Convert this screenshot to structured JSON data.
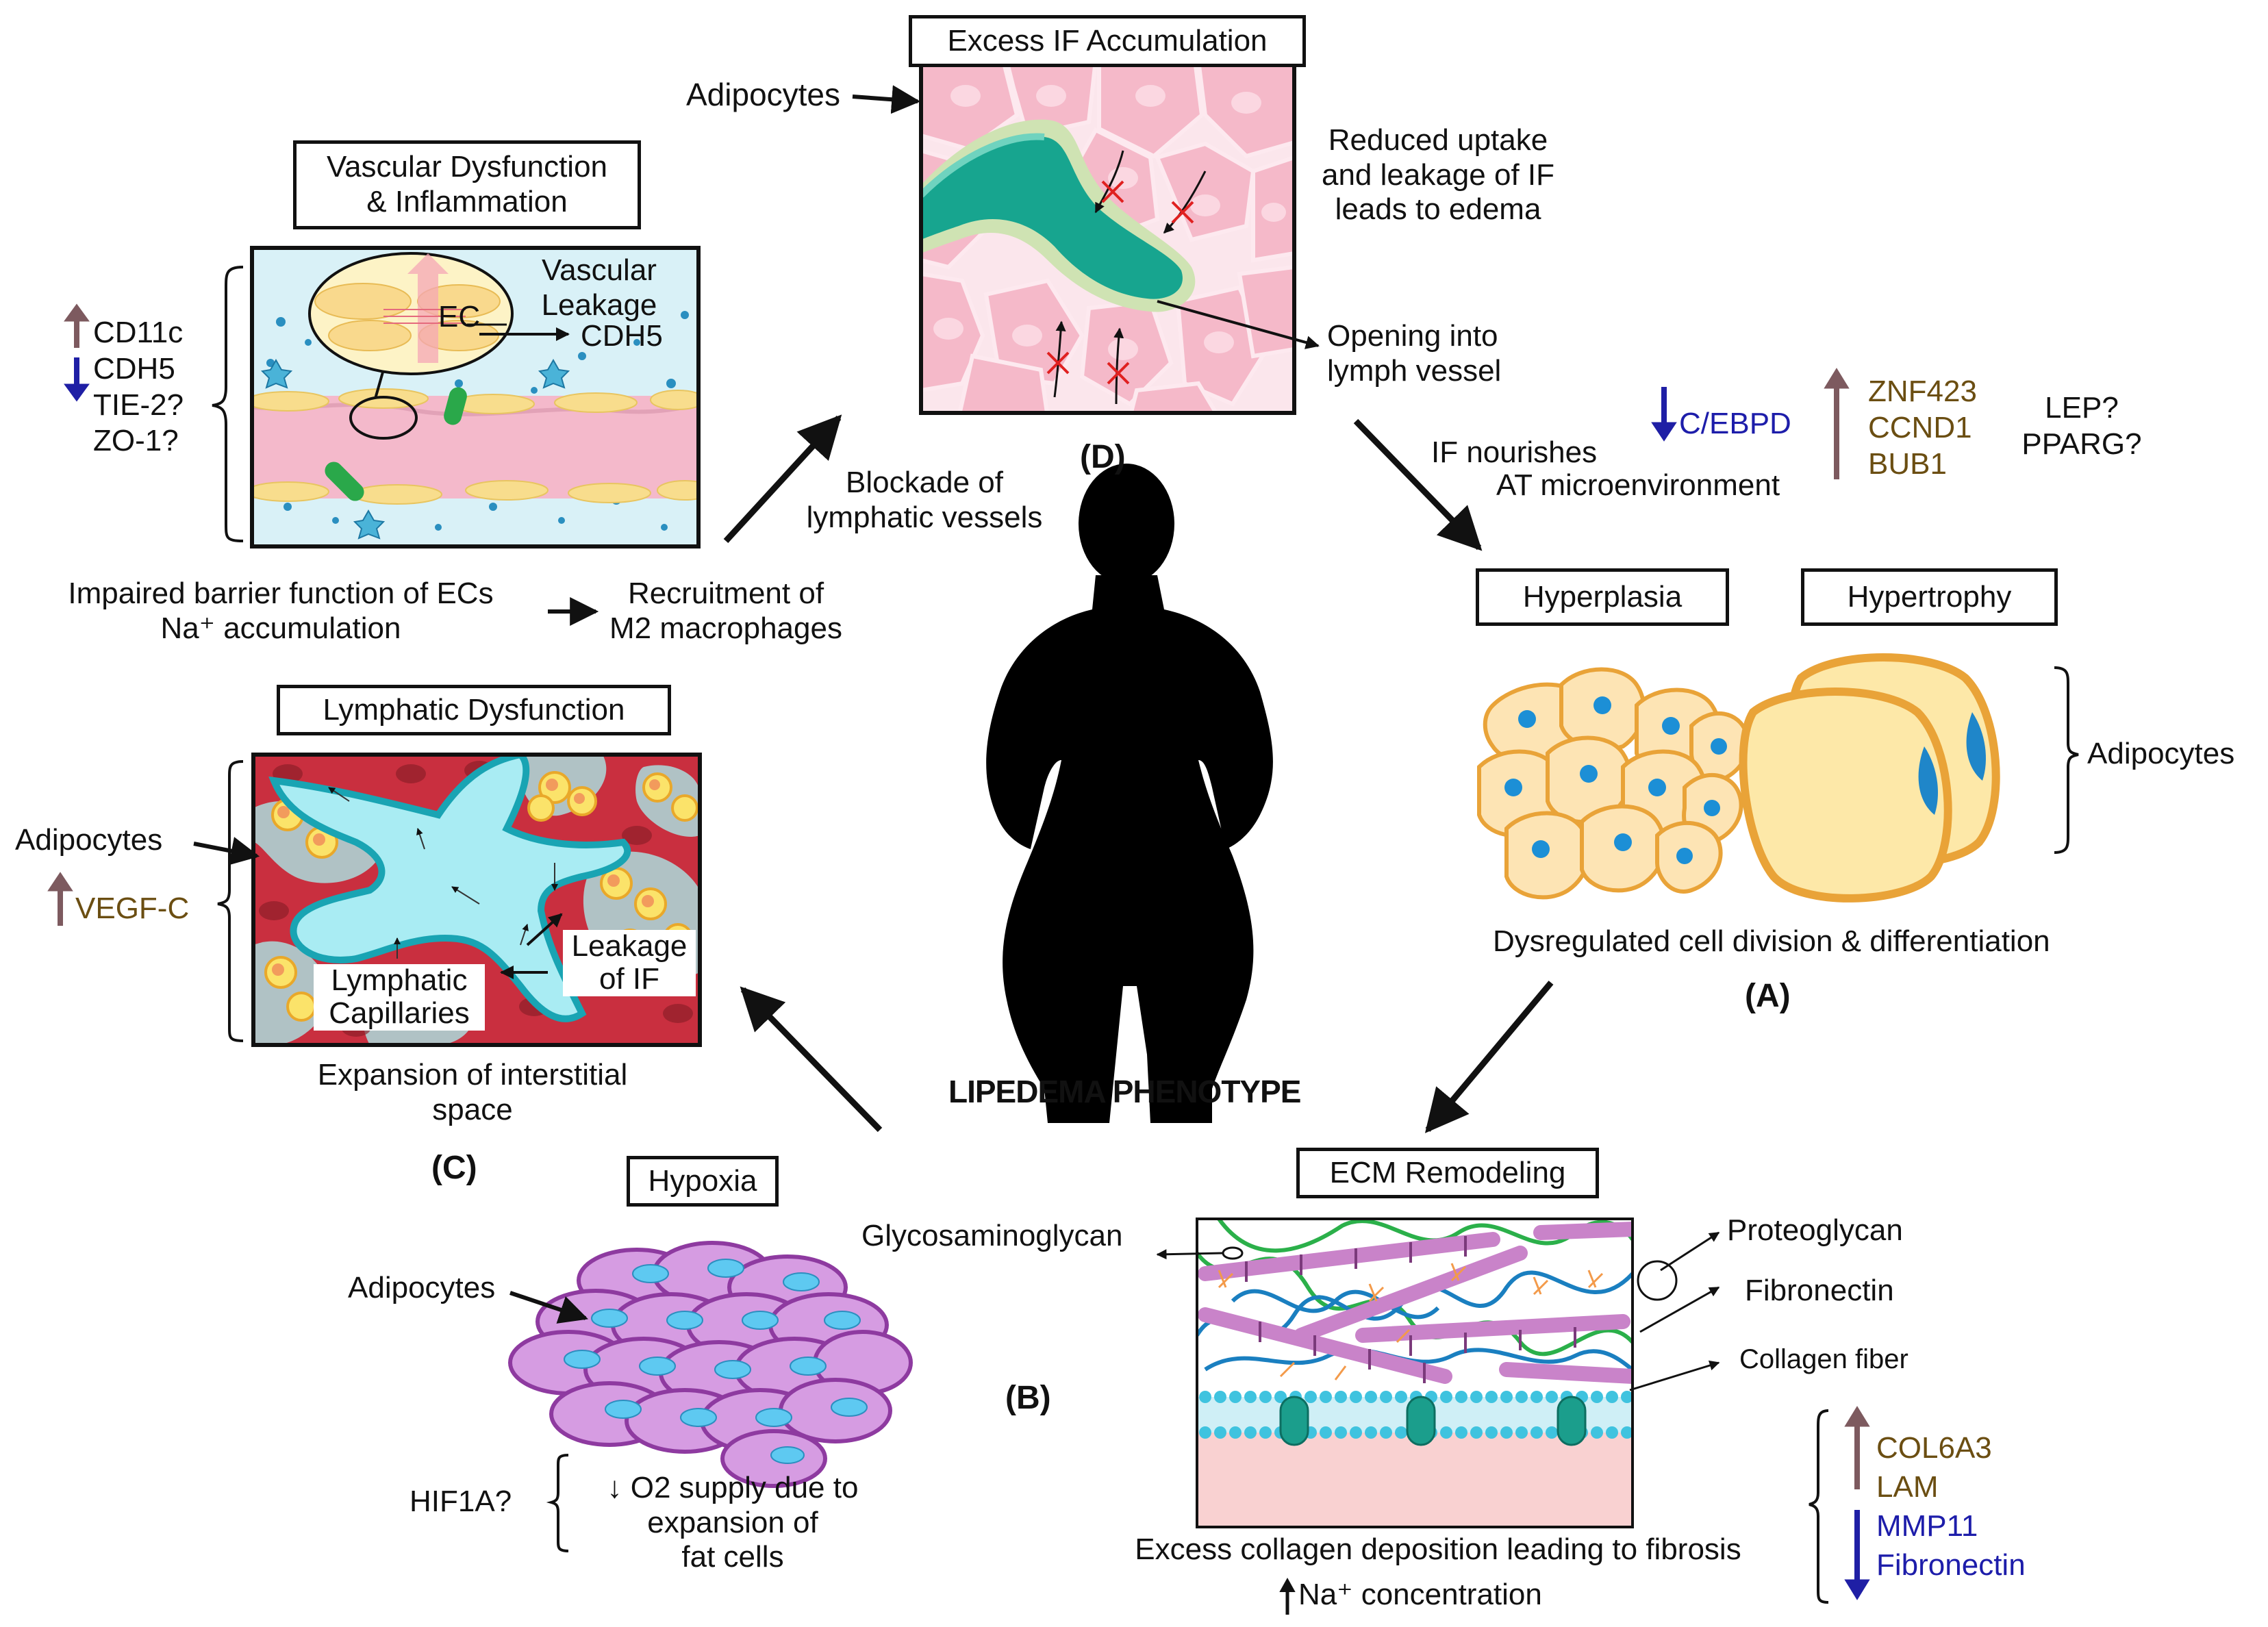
{
  "figure": {
    "center_label": "LIPEDEMA PHENOTYPE",
    "d": {
      "title": "Excess IF Accumulation",
      "adipocytes": "Adipocytes",
      "reduced_uptake": [
        "Reduced uptake",
        "and leakage of IF",
        "leads to edema"
      ],
      "opening": [
        "Opening into",
        "lymph vessel"
      ],
      "panel": "(D)",
      "blockade": [
        "Blockade of",
        "lymphatic vessels"
      ]
    },
    "vascular": {
      "title": [
        "Vascular Dysfunction",
        "& Inflammation"
      ],
      "vascular_leakage": [
        "Vascular",
        "Leakage"
      ],
      "ec": "EC",
      "cdh5_arrow": "CDH5",
      "markers": [
        "CD11c",
        "CDH5",
        "TIE-2?",
        "ZO-1?"
      ],
      "impaired": [
        "Impaired barrier function of ECs",
        "Na⁺ accumulation"
      ],
      "recruitment": [
        "Recruitment of",
        "M2 macrophages"
      ]
    },
    "a": {
      "if_nourishes": [
        "IF nourishes",
        "AT microenvironment"
      ],
      "down_gene": "C/EBPD",
      "up_genes": [
        "ZNF423",
        "CCND1",
        "BUB1"
      ],
      "unknown_genes": [
        "LEP?",
        "PPARG?"
      ],
      "hyperplasia": "Hyperplasia",
      "hypertrophy": "Hypertrophy",
      "adipocytes": "Adipocytes",
      "caption": "Dysregulated cell division & differentiation",
      "panel": "(A)"
    },
    "c": {
      "title": "Lymphatic Dysfunction",
      "adipocytes": "Adipocytes",
      "vegf": "VEGF-C",
      "capillaries": [
        "Lymphatic",
        "Capillaries"
      ],
      "leakage": [
        "Leakage",
        "of IF"
      ],
      "caption": [
        "Expansion of interstitial",
        "space"
      ],
      "panel": "(C)"
    },
    "hypoxia": {
      "title": "Hypoxia",
      "adipocytes": "Adipocytes",
      "hif": "HIF1A?",
      "o2": [
        "↓ O2 supply due to",
        "expansion of",
        "fat cells"
      ]
    },
    "b": {
      "title": "ECM Remodeling",
      "panel": "(B)",
      "glycosaminoglycan": "Glycosaminoglycan",
      "proteoglycan": "Proteoglycan",
      "fibronectin": "Fibronectin",
      "collagen": "Collagen fiber",
      "up_genes": [
        "COL6A3",
        "LAM"
      ],
      "down_genes": [
        "MMP11",
        "Fibronectin"
      ],
      "caption": [
        "Excess collagen deposition leading to fibrosis",
        "Na⁺ concentration"
      ]
    }
  },
  "colors": {
    "up_arrow": "#7d5a5f",
    "down_arrow": "#1f1fa5",
    "gene_up": "#6b4e12",
    "gene_down": "#1d1daa",
    "lymph": "#2bb9a9",
    "adipocyte_pink": "#f7cbd6",
    "ecm_pink": "#c97fc9",
    "hypoxia_cell": "#d49be1",
    "nucleus": "#4fb4e6"
  }
}
